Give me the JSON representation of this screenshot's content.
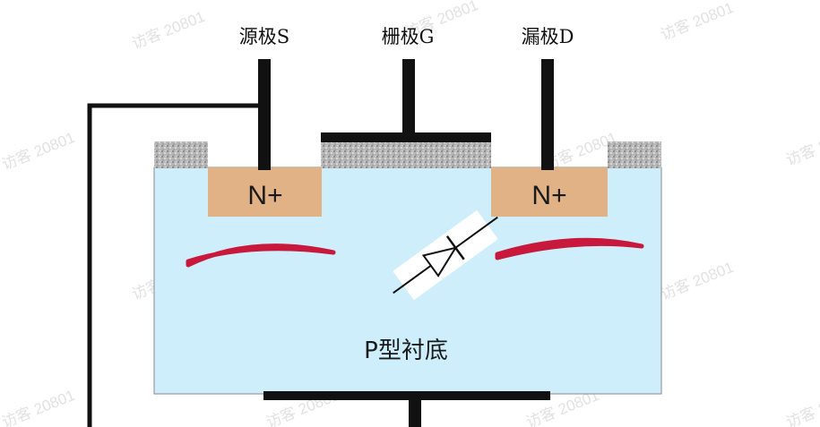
{
  "terminals": {
    "source": "源极S",
    "gate": "栅极G",
    "drain": "漏极D"
  },
  "regions": {
    "source_doping": "N+",
    "drain_doping": "N+",
    "substrate": "P型衬底"
  },
  "watermark": "访客 20801",
  "colors": {
    "substrate": "#cdeefa",
    "n_plus": "#e0b286",
    "oxide": "#b9b9b9",
    "channel": "#c8193c",
    "metal": "#111111"
  }
}
